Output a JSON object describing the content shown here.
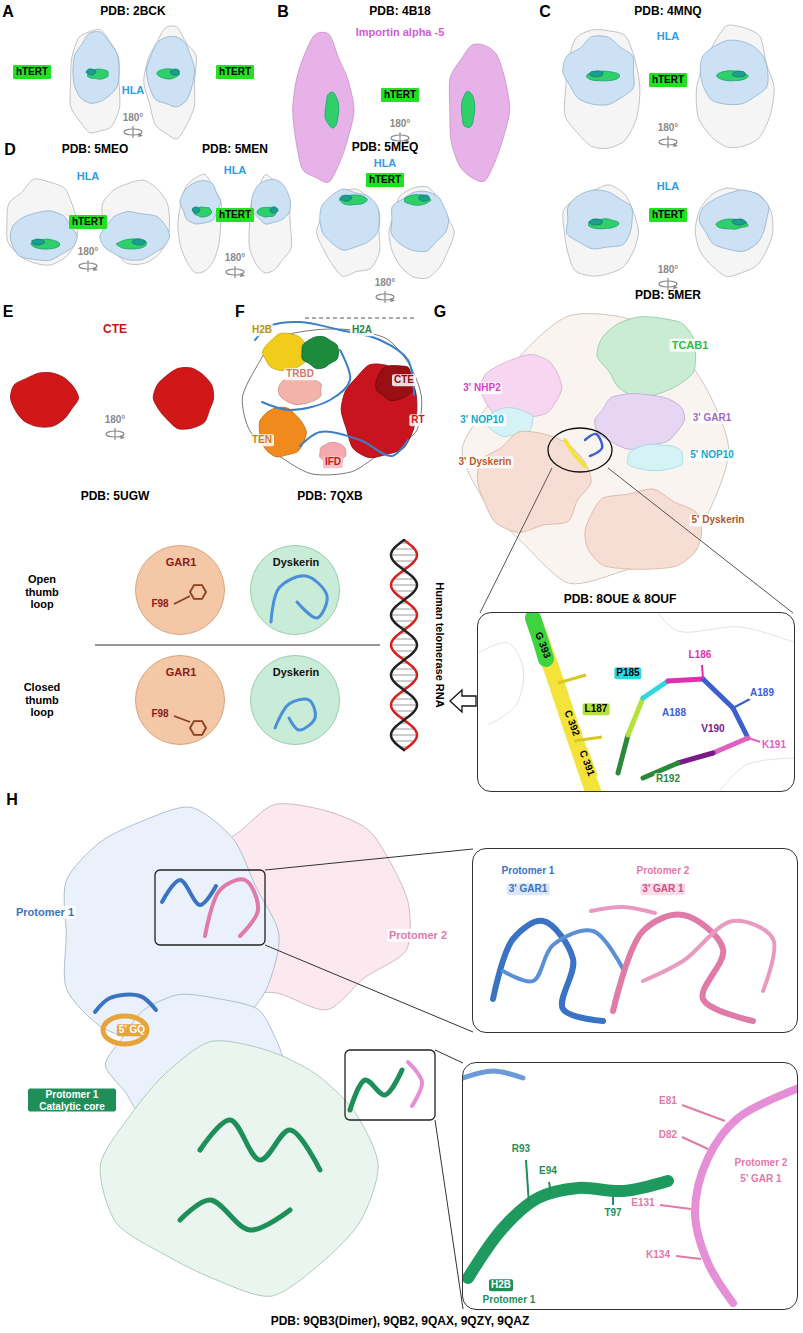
{
  "diagram": {
    "nodes": [
      {
        "text": [
          "hTERT"
        ]
      },
      {
        "text": [
          "hTERT"
        ]
      },
      {
        "text": [
          "hTERT"
        ]
      },
      {
        "text": [
          "hTERT"
        ]
      },
      {
        "text": [
          "hTERT"
        ]
      },
      {
        "text": [
          "hTERT"
        ]
      },
      {
        "text": [
          "hTERT"
        ]
      },
      {
        "text": [
          "hTERT"
        ]
      },
      {
        "text": [
          "GAR1",
          "F98"
        ]
      },
      {
        "text": [
          "Dyskerin"
        ]
      },
      {
        "text": [
          "GAR1",
          "F98"
        ]
      },
      {
        "text": [
          "Dyskerin"
        ]
      },
      {
        "text": [
          "G 393",
          "C 392",
          "C 391",
          "P185",
          "L186",
          "L187",
          "A188",
          "A189",
          "V190",
          "K191",
          "R192"
        ]
      },
      {
        "text": [
          "Protomer 1",
          "3' GAR1",
          "Protomer 2",
          "3' GAR 1"
        ]
      },
      {
        "text": [
          "E81",
          "D82",
          "Protomer 2",
          "5' GAR 1",
          "E131",
          "K134",
          "R93",
          "E94",
          "T97",
          "H2B",
          "Protomer 1"
        ]
      }
    ],
    "labels": [
      "A",
      "PDB: 2BCK",
      "HLA",
      "180°",
      "B",
      "PDB: 4B18",
      "Importin alpha -5",
      "180°",
      "C",
      "PDB: 4MNQ",
      "HLA",
      "180°",
      "D",
      "PDB: 5MEO",
      "HLA",
      "180°",
      "PDB: 5MEN",
      "HLA",
      "180°",
      "PDB: 5MEQ",
      "HLA",
      "180°",
      "HLA",
      "180°",
      "PDB: 5MER",
      "E",
      "CTE",
      "180°",
      "PDB: 5UGW",
      "F",
      "H2B",
      "H2A",
      "TRBD",
      "CTE",
      "RT",
      "TEN",
      "IFD",
      "PDB: 7QXB",
      "G",
      "TCAB1",
      "3' NHP2",
      "3' NOP10",
      "3' GAR1",
      "3' Dyskerin",
      "5' NOP10",
      "5' Dyskerin",
      "PDB: 8OUE & 8OUF",
      "Open thumb loop",
      "Closed thumb loop",
      "Human telomerase RNA",
      "H",
      "Protomer 1",
      "Protomer 2",
      "5' GQ",
      "Protomer 1 Catalytic core",
      "PDB: 9QB3(Dimer), 9QB2, 9QAX, 9QZY, 9QAZ"
    ]
  }
}
